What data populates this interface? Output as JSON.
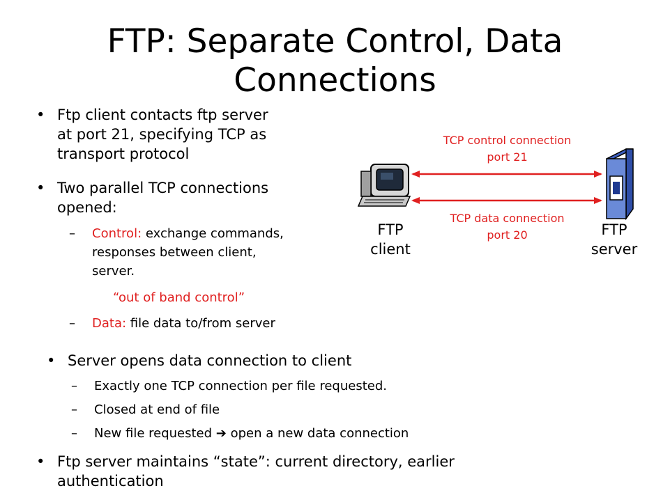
{
  "title": {
    "line1": "FTP: Separate Control, Data",
    "line2": "Connections"
  },
  "bullets": {
    "b1": [
      "Ftp client contacts ftp server",
      "at port 21, specifying TCP as",
      "transport protocol"
    ],
    "b2": [
      "Two parallel TCP connections",
      "opened:"
    ],
    "control": {
      "label": "Control:",
      "lines": [
        " exchange commands,",
        "responses between client,",
        "server."
      ],
      "note": "“out of band control”"
    },
    "data": {
      "label": "Data:",
      "text": " file data to/from server"
    },
    "b3": "Server opens data connection to client",
    "b3_subs": [
      "Exactly one TCP connection per file requested.",
      "Closed at end of file",
      "New file requested ",
      " open a new data connection"
    ],
    "b4": [
      "Ftp server maintains “state”: current directory, earlier",
      "authentication"
    ]
  },
  "diagram": {
    "control_conn": [
      "TCP control connection",
      "port 21"
    ],
    "data_conn": [
      "TCP data connection",
      "port 20"
    ],
    "client_label": [
      "FTP",
      "client"
    ],
    "server_label": [
      "FTP",
      "server"
    ],
    "arrow_color": "#e02020",
    "server_color": "#6a8ad8"
  }
}
